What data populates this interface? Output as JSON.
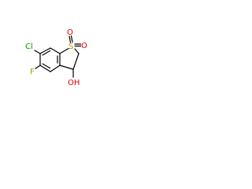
{
  "molecule": {
    "atoms": {
      "chlorine": "Cl",
      "fluorine": "F",
      "sulfur": "S",
      "oxygen_1": "O",
      "oxygen_2": "O",
      "hydroxyl": "OH"
    }
  },
  "colors": {
    "bond": "#000000",
    "chlorine": "#00a000",
    "fluorine": "#7fb000",
    "sulfur": "#b8a000",
    "oxygen": "#e00000"
  }
}
